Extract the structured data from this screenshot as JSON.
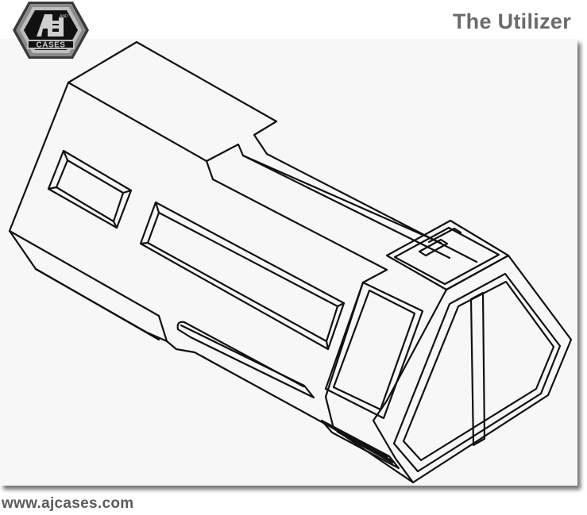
{
  "header": {
    "title": "The Utilizer",
    "logo": {
      "icon": "aj-cases-hexagon-logo",
      "small_text": "AND",
      "monogram": "AJ",
      "label": "CASES"
    }
  },
  "main": {
    "illustration": {
      "subject": "line-drawing-of-utilizer-case",
      "description": "Isometric line drawing of an elongated octagonal carrying case with recessed handle panels and latch on end cap"
    }
  },
  "footer": {
    "url": "www.ajcases.com"
  },
  "colors": {
    "title_text": "#6b6b6b",
    "url_text": "#5c5c5c",
    "panel_bg": "#f7f7f7",
    "line": "#111111"
  }
}
